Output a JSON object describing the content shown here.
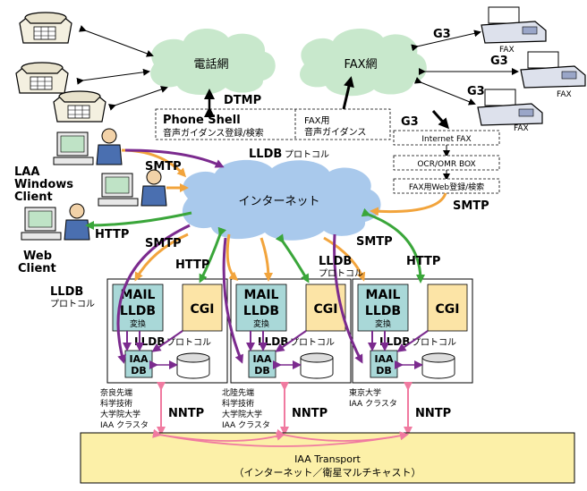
{
  "clouds": {
    "phone_net": "電話網",
    "fax_net": "FAX網",
    "internet": "インターネット"
  },
  "labels": {
    "dtmp": "DTMP",
    "g3": "G3",
    "fax": "FAX",
    "smtp": "SMTP",
    "http": "HTTP",
    "lldb": "LLDB",
    "lldb_protocol": "LLDBプロトコル",
    "protocol": "プロトコル",
    "nntp": "NNTP"
  },
  "phone_shell": {
    "title": "Phone Shell",
    "subtitle": "音声ガイダンス登録/検索",
    "fax_guidance_1": "FAX用",
    "fax_guidance_2": "音声ガイダンス"
  },
  "fax_pipeline": [
    "Internet FAX",
    "OCR/OMR BOX",
    "FAX用Web登録/検索"
  ],
  "clients": {
    "windows_1": "LAA",
    "windows_2": "Windows",
    "windows_3": "Client",
    "web_1": "Web",
    "web_2": "Client"
  },
  "server_box": {
    "mail": "MAIL",
    "lldb": "LLDB",
    "convert": "変換",
    "cgi": "CGI",
    "iaa": "IAA",
    "db": "DB"
  },
  "clusters": [
    {
      "lines": [
        "奈良先端",
        "科学技術",
        "大学院大学",
        "IAA クラスタ"
      ]
    },
    {
      "lines": [
        "北陸先端",
        "科学技術",
        "大学院大学",
        "IAA クラスタ"
      ]
    },
    {
      "lines": [
        "東京大学",
        "IAA クラスタ"
      ]
    }
  ],
  "transport": {
    "title": "IAA Transport",
    "subtitle": "（インターネット／衛星マルチキャスト）"
  },
  "colors": {
    "cloud": "#c8e8cc",
    "internet_cloud": "#a9c9ec",
    "orange": "#f2a43c",
    "green": "#3aa63a",
    "purple": "#7b2a8e",
    "pink": "#f07aa0",
    "teal_box": "#a9d8d8",
    "cgi_box": "#fce4a6",
    "transport": "#fcf0a8"
  }
}
